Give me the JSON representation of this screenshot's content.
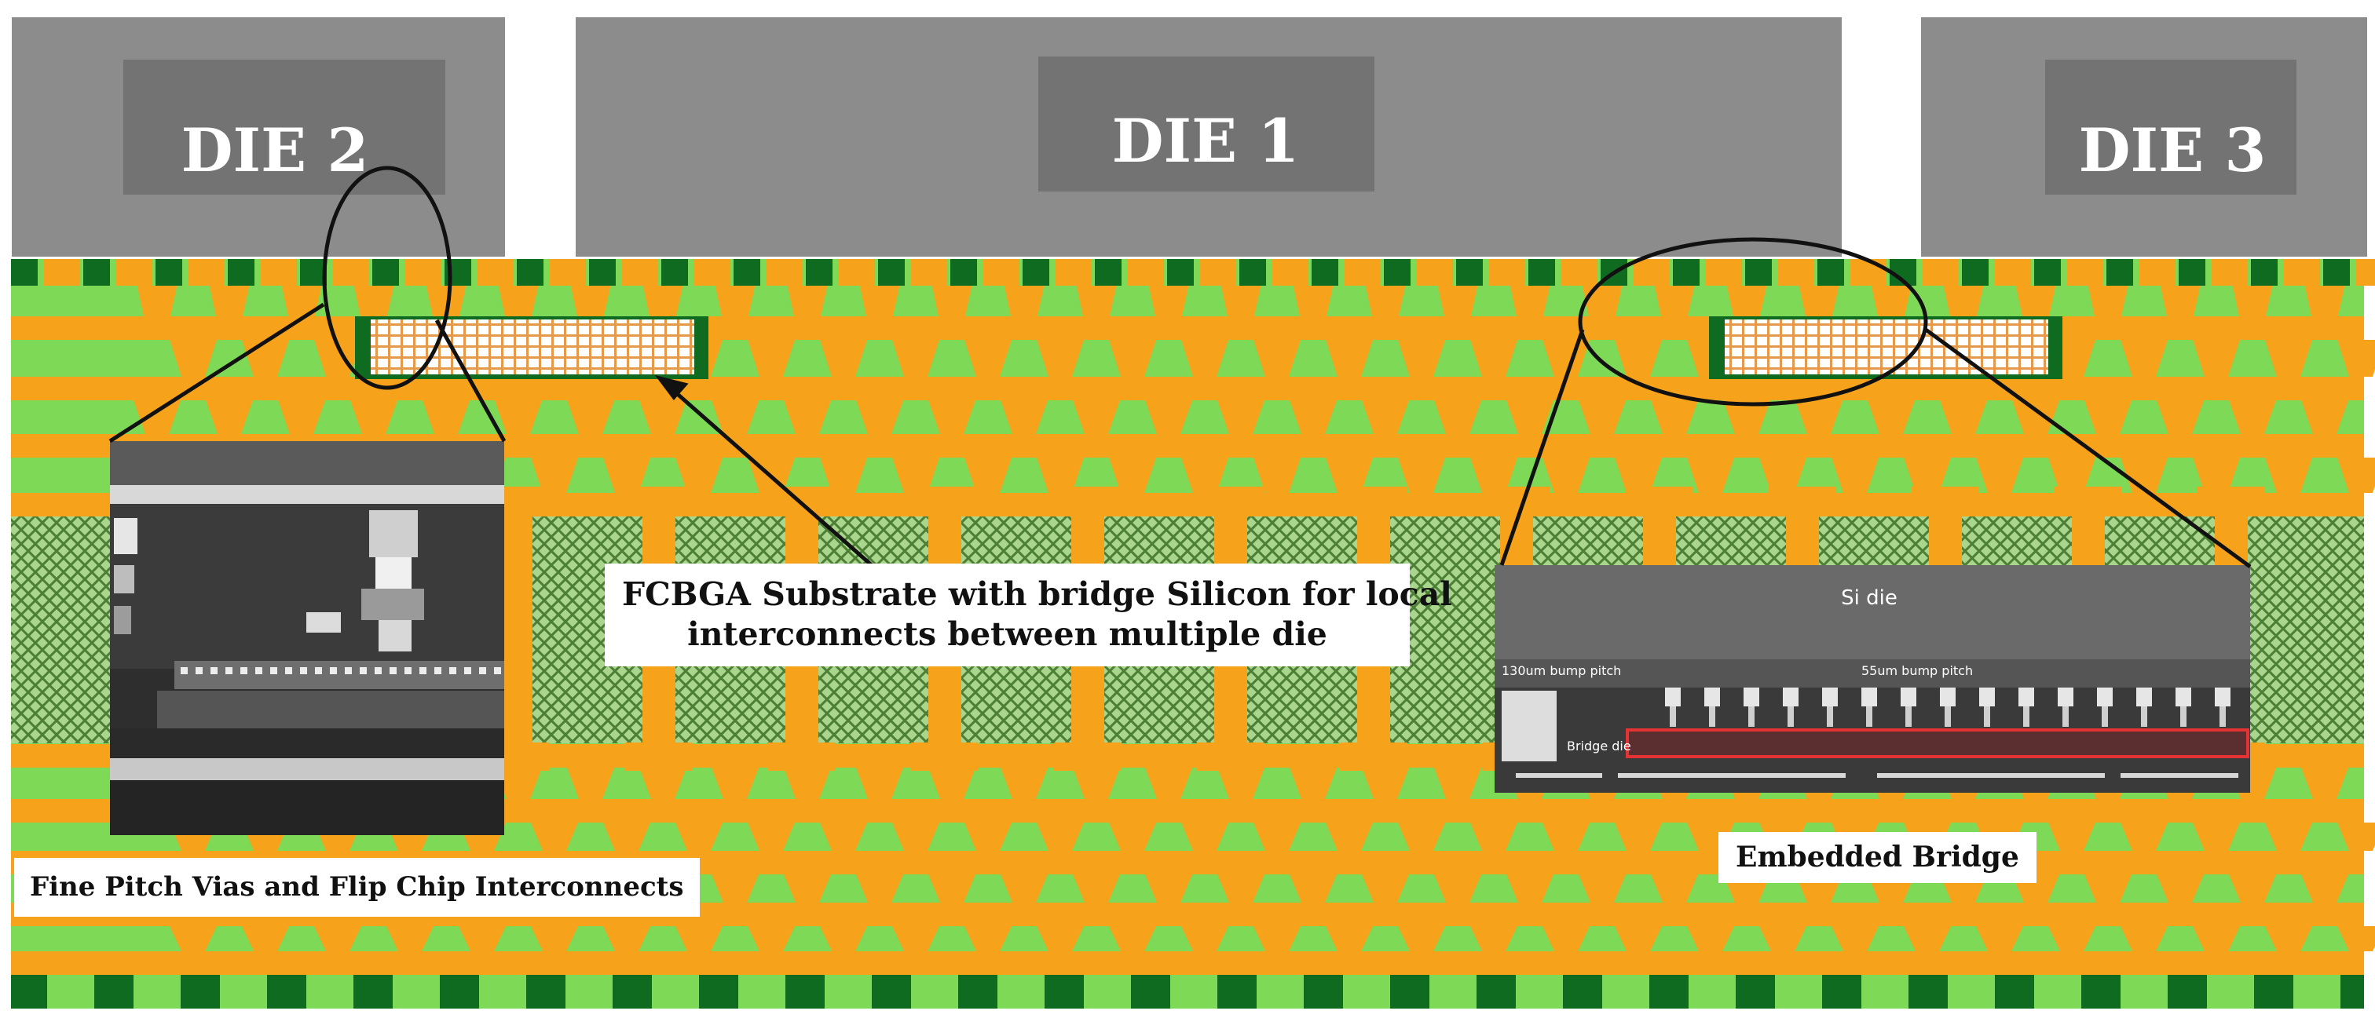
{
  "dies": [
    {
      "id": "die2",
      "label": "DIE 2"
    },
    {
      "id": "die1",
      "label": "DIE 1"
    },
    {
      "id": "die3",
      "label": "DIE 3"
    }
  ],
  "captions": {
    "center_line1": "FCBGA Substrate with bridge Silicon for local",
    "center_line2": "interconnects between multiple die",
    "left": "Fine Pitch Vias and Flip Chip Interconnects",
    "right": "Embedded Bridge"
  },
  "inset_right": {
    "die_label": "Si die",
    "pitch_left": "130um bump pitch",
    "pitch_right": "55um bump pitch",
    "bridge_label": "Bridge die"
  },
  "colors": {
    "copper": "#F7A21B",
    "dielectric": "#7ED957",
    "solder_mask": "#0E6B1F",
    "core": "#3F7A2F",
    "die": "#8A8A8A"
  }
}
